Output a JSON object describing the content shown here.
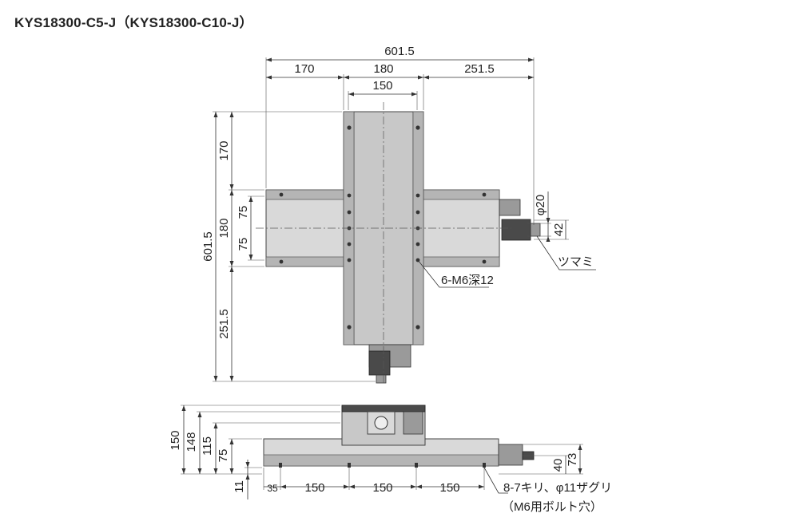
{
  "title": "KYS18300-C5-J（KYS18300-C10-J）",
  "top_view": {
    "overall_width": "601.5",
    "seg_left": "170",
    "seg_center": "180",
    "seg_right": "251.5",
    "inner_width": "150",
    "overall_height": "601.5",
    "seg_top": "170",
    "seg_mid": "180",
    "seg_bottom": "251.5",
    "half_upper": "75",
    "half_lower": "75",
    "knob_dia": "φ20",
    "knob_len": "42",
    "knob_label": "ツマミ",
    "tap_label": "6-M6深12"
  },
  "side_view": {
    "h150": "150",
    "h148": "148",
    "h115": "115",
    "h75": "75",
    "h11": "11",
    "h40": "40",
    "h73": "73",
    "p35": "35",
    "p150a": "150",
    "p150b": "150",
    "p150c": "150",
    "hole_label_1": "8-7キリ、φ11ザグリ",
    "hole_label_2": "（M6用ボルト穴）"
  }
}
